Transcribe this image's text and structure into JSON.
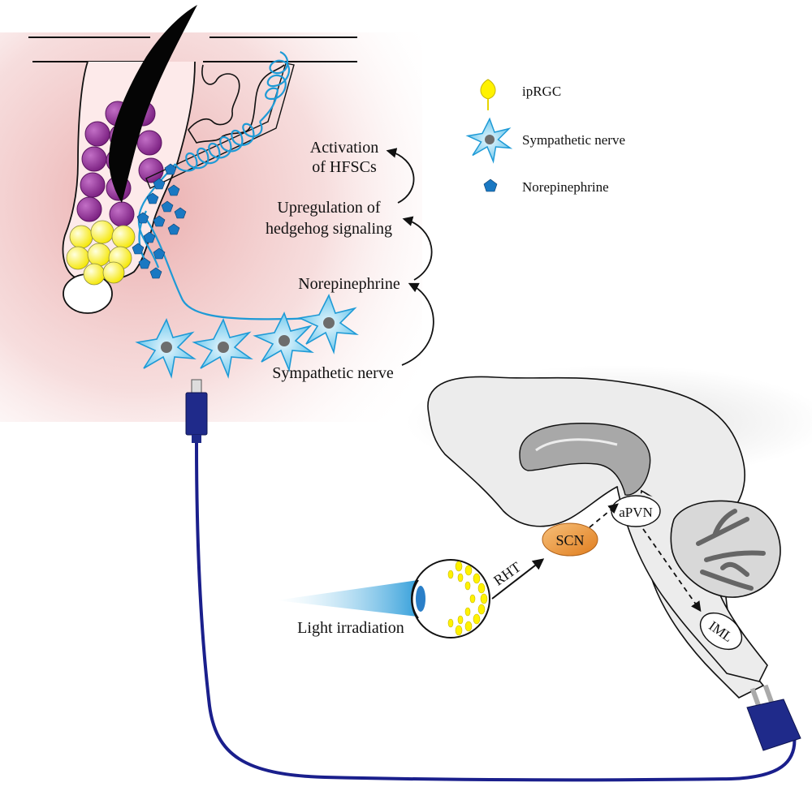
{
  "legend": {
    "iprgc": "ipRGC",
    "sympathetic_nerve": "Sympathetic nerve",
    "norepinephrine": "Norepinephrine"
  },
  "pathway": {
    "step1_line1": "Activation",
    "step1_line2": "of HFSCs",
    "step2_line1": "Upregulation of",
    "step2_line2": "hedgehog signaling",
    "step3": "Norepinephrine",
    "step4": "Sympathetic nerve"
  },
  "brain": {
    "scn": "SCN",
    "apvn": "aPVN",
    "iml": "IML",
    "rht": "RHT"
  },
  "light": {
    "label": "Light irradiation"
  },
  "colors": {
    "nerve_blue": "#1e9ad6",
    "hair_purple": "#8a2f8f",
    "ipRGC_yellow": "#fff200",
    "scn_orange": "#e8892a",
    "cable_blue": "#1a1f8c",
    "skin_pink": "#e9b0b0"
  }
}
